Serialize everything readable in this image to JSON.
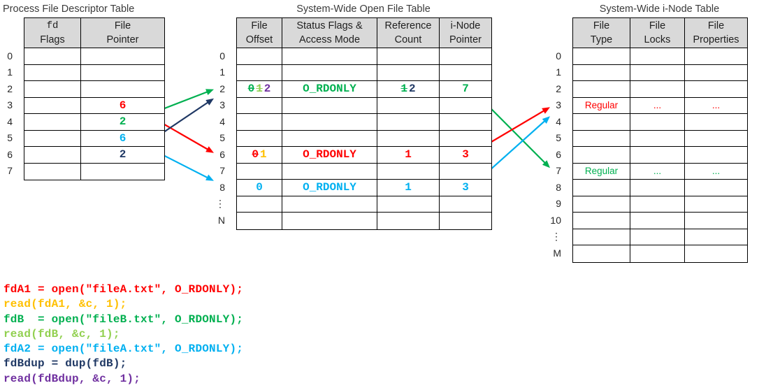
{
  "colors": {
    "red": "#ff0000",
    "gold": "#ffc000",
    "green": "#00b050",
    "lightgreen": "#92d050",
    "cyan": "#00b0f0",
    "navy": "#1f3864",
    "purple": "#7030a0",
    "header_bg": "#d9d9d9",
    "border": "#000000"
  },
  "tables": {
    "pfd": {
      "title": "Process File Descriptor Table",
      "headers": [
        {
          "top": "fd",
          "bottom": "Flags",
          "top_mono": true
        },
        {
          "top": "File",
          "bottom": "Pointer",
          "top_mono": false
        }
      ],
      "row_labels": [
        "0",
        "1",
        "2",
        "3",
        "4",
        "5",
        "6",
        "7"
      ],
      "rows": [
        [
          [],
          []
        ],
        [
          [],
          []
        ],
        [
          [],
          []
        ],
        [
          [],
          [
            {
              "t": "6",
              "c": "red"
            }
          ]
        ],
        [
          [],
          [
            {
              "t": "2",
              "c": "green"
            }
          ]
        ],
        [
          [],
          [
            {
              "t": "6",
              "c": "cyan"
            }
          ]
        ],
        [
          [],
          [
            {
              "t": "2",
              "c": "navy"
            }
          ]
        ],
        [
          [],
          []
        ]
      ]
    },
    "oft": {
      "title": "System-Wide Open File Table",
      "headers": [
        {
          "top": "File",
          "bottom": "Offset",
          "top_mono": false
        },
        {
          "top": "Status Flags &",
          "bottom": "Access Mode",
          "top_mono": false
        },
        {
          "top": "Reference",
          "bottom": "Count",
          "top_mono": false
        },
        {
          "top": "i-Node",
          "bottom": "Pointer",
          "top_mono": false
        }
      ],
      "row_labels": [
        "0",
        "1",
        "2",
        "3",
        "4",
        "5",
        "6",
        "7",
        "8",
        "⋮",
        "N"
      ],
      "rows": [
        [
          [],
          [],
          [],
          []
        ],
        [
          [],
          [],
          [],
          []
        ],
        [
          [
            {
              "t": "0",
              "c": "green",
              "s": true
            },
            {
              "t": "1",
              "c": "lightgreen",
              "s": true
            },
            {
              "t": "2",
              "c": "purple"
            }
          ],
          [
            {
              "t": "O_RDONLY",
              "c": "green"
            }
          ],
          [
            {
              "t": "1",
              "c": "green",
              "s": true
            },
            {
              "t": "2",
              "c": "navy"
            }
          ],
          [
            {
              "t": "7",
              "c": "green"
            }
          ]
        ],
        [
          [],
          [],
          [],
          []
        ],
        [
          [],
          [],
          [],
          []
        ],
        [
          [],
          [],
          [],
          []
        ],
        [
          [
            {
              "t": "0",
              "c": "red",
              "s": true
            },
            {
              "t": "1",
              "c": "gold"
            }
          ],
          [
            {
              "t": "O_RDONLY",
              "c": "red"
            }
          ],
          [
            {
              "t": "1",
              "c": "red"
            }
          ],
          [
            {
              "t": "3",
              "c": "red"
            }
          ]
        ],
        [
          [],
          [],
          [],
          []
        ],
        [
          [
            {
              "t": "0",
              "c": "cyan"
            }
          ],
          [
            {
              "t": "O_RDONLY",
              "c": "cyan"
            }
          ],
          [
            {
              "t": "1",
              "c": "cyan"
            }
          ],
          [
            {
              "t": "3",
              "c": "cyan"
            }
          ]
        ],
        [
          [],
          [],
          [],
          []
        ],
        [
          [],
          [],
          [],
          []
        ]
      ]
    },
    "inode": {
      "title": "System-Wide i-Node Table",
      "sans_values": true,
      "headers": [
        {
          "top": "File",
          "bottom": "Type",
          "top_mono": false
        },
        {
          "top": "File",
          "bottom": "Locks",
          "top_mono": false
        },
        {
          "top": "File",
          "bottom": "Properties",
          "top_mono": false
        }
      ],
      "row_labels": [
        "0",
        "1",
        "2",
        "3",
        "4",
        "5",
        "6",
        "7",
        "8",
        "9",
        "10",
        "⋮",
        "M"
      ],
      "rows": [
        [
          [],
          [],
          []
        ],
        [
          [],
          [],
          []
        ],
        [
          [],
          [],
          []
        ],
        [
          [
            {
              "t": "Regular",
              "c": "red"
            }
          ],
          [
            {
              "t": "...",
              "c": "red"
            }
          ],
          [
            {
              "t": "...",
              "c": "red"
            }
          ]
        ],
        [
          [],
          [],
          []
        ],
        [
          [],
          [],
          []
        ],
        [
          [],
          [],
          []
        ],
        [
          [
            {
              "t": "Regular",
              "c": "green"
            }
          ],
          [
            {
              "t": "...",
              "c": "green"
            }
          ],
          [
            {
              "t": "...",
              "c": "green"
            }
          ]
        ],
        [
          [],
          [],
          []
        ],
        [
          [],
          [],
          []
        ],
        [
          [],
          [],
          []
        ],
        [
          [],
          [],
          []
        ],
        [
          [],
          [],
          []
        ]
      ]
    }
  },
  "arrows": [
    {
      "c": "red",
      "from": "pfd:3",
      "to": "oft:6"
    },
    {
      "c": "green",
      "from": "pfd:4",
      "to": "oft:2"
    },
    {
      "c": "cyan",
      "from": "pfd:5",
      "to": "oft:8"
    },
    {
      "c": "navy",
      "from": "pfd:6",
      "to": "oft:2"
    },
    {
      "c": "green",
      "from": "oft:2",
      "to": "inode:7"
    },
    {
      "c": "red",
      "from": "oft:6",
      "to": "inode:3"
    },
    {
      "c": "cyan",
      "from": "oft:8",
      "to": "inode:3"
    }
  ],
  "code": {
    "lines": [
      {
        "text": "fdA1 = open(\"fileA.txt\", O_RDONLY);",
        "c": "red"
      },
      {
        "text": "read(fdA1, &c, 1);",
        "c": "gold"
      },
      {
        "text": "fdB  = open(\"fileB.txt\", O_RDONLY);",
        "c": "green"
      },
      {
        "text": "read(fdB, &c, 1);",
        "c": "lightgreen"
      },
      {
        "text": "fdA2 = open(\"fileA.txt\", O_RDONLY);",
        "c": "cyan"
      },
      {
        "text": "fdBdup = dup(fdB);",
        "c": "navy"
      },
      {
        "text": "read(fdBdup, &c, 1);",
        "c": "purple"
      }
    ]
  }
}
